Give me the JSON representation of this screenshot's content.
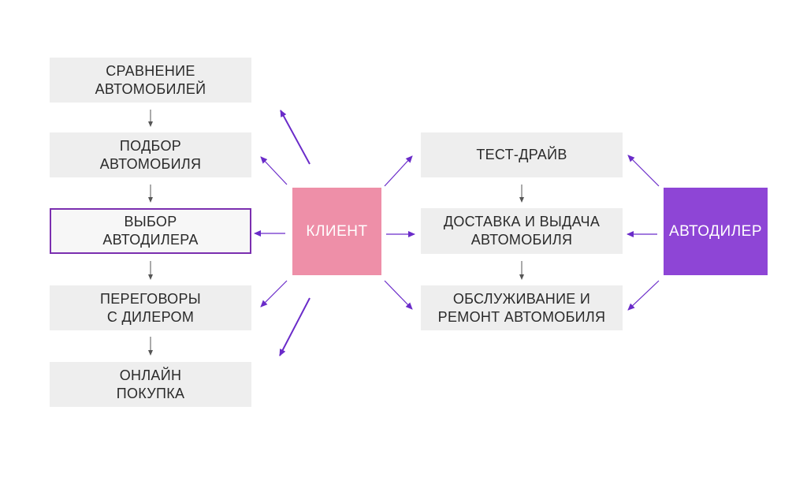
{
  "colors": {
    "client_bg": "#ee8fa8",
    "dealer_bg": "#8e45d6",
    "box_bg": "#eeeeee",
    "highlight_border": "#7b2fb0",
    "arrow": "#6a2bc9",
    "flow_arrow": "#555555"
  },
  "actors": {
    "client": "КЛИЕНТ",
    "dealer": "АВТОДИЛЕР"
  },
  "client_steps": [
    {
      "label": "СРАВНЕНИЕ\nАВТОМОБИЛЕЙ"
    },
    {
      "label": "ПОДБОР\nАВТОМОБИЛЯ"
    },
    {
      "label": "ВЫБОР\nАВТОДИЛЕРА"
    },
    {
      "label": "ПЕРЕГОВОРЫ\nС ДИЛЕРОМ"
    },
    {
      "label": "ОНЛАЙН\nПОКУПКА"
    }
  ],
  "dealer_steps": [
    {
      "label": "ТЕСТ-ДРАЙВ"
    },
    {
      "label": "ДОСТАВКА И ВЫДАЧА\nАВТОМОБИЛЯ"
    },
    {
      "label": "ОБСЛУЖИВАНИЕ И\nРЕМОНТ АВТОМОБИЛЯ"
    }
  ]
}
